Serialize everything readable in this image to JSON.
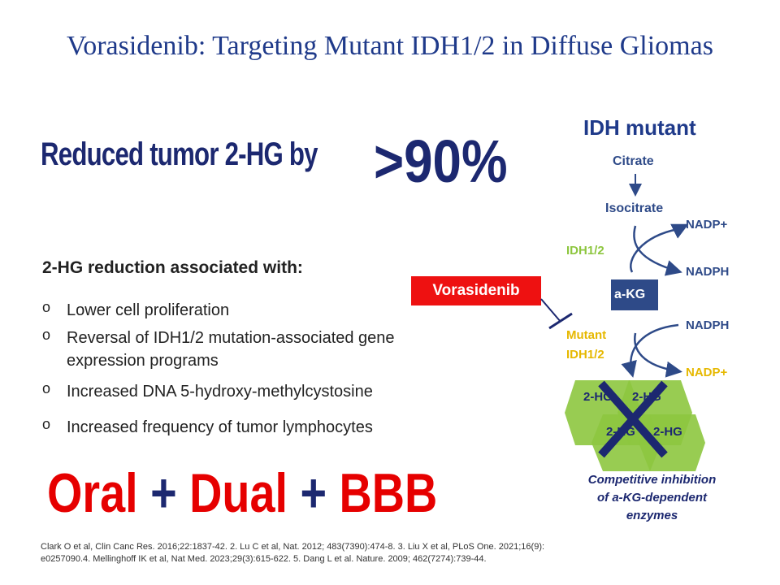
{
  "title": "Vorasidenib: Targeting Mutant IDH1/2 in Diffuse Gliomas",
  "headline": {
    "prefix": "Reduced tumor 2-HG by",
    "value": ">90%"
  },
  "subhead": "2-HG reduction associated with:",
  "bullets": [
    {
      "marker": "o",
      "text": "Lower cell proliferation"
    },
    {
      "marker": "o",
      "text": "Reversal of IDH1/2 mutation-associated gene",
      "text2": "expression programs"
    },
    {
      "marker": "o",
      "text": "Increased DNA 5-hydroxy-methylcystosine"
    },
    {
      "marker": "o",
      "text": "Increased frequency of tumor lymphocytes"
    }
  ],
  "tagline": {
    "part1": "Oral",
    "plus1": " + ",
    "part2": "Dual",
    "plus2": " + ",
    "part3": "BBB"
  },
  "references": {
    "line1": "Clark O et al, Clin Canc Res. 2016;22:1837-42. 2. Lu C et al, Nat. 2012; 483(7390):474-8. 3. Liu X et al, PLoS One. 2021;16(9):",
    "line2": "e0257090.4. Mellinghoff IK et al, Nat Med. 2023;29(3):615-622. 5. Dang L et al. Nature. 2009; 462(7274):739-44."
  },
  "drug_label": "Vorasidenib",
  "pathway": {
    "heading": "IDH mutant",
    "citrate": "Citrate",
    "isocitrate": "Isocitrate",
    "enzyme1": "IDH1/2",
    "nadp_plus_1": "NADP+",
    "nadph_1": "NADPH",
    "akg": "a-KG",
    "enzyme2_line1": "Mutant",
    "enzyme2_line2": "IDH1/2",
    "nadph_2": "NADPH",
    "nadp_plus_2": "NADP+",
    "product": "2-HG",
    "caption_line1": "Competitive inhibition",
    "caption_line2": "of a-KG-dependent",
    "caption_line3": "enzymes"
  },
  "colors": {
    "title_blue": "#1f3a8a",
    "navy": "#1c2870",
    "red": "#e60000",
    "green_enzyme": "#8dc63f",
    "gold_enzyme": "#e6b800",
    "hex_green": "#8dc63f",
    "diagram_blue": "#2e4a88"
  }
}
